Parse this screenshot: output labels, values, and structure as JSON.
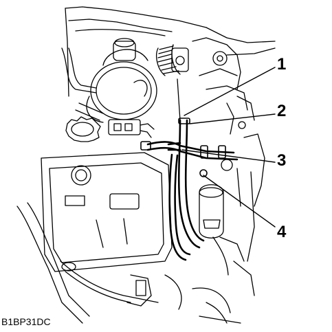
{
  "callouts": [
    {
      "label": "1"
    },
    {
      "label": "2"
    },
    {
      "label": "3"
    },
    {
      "label": "4"
    }
  ],
  "figure_code": "B1BP31DC",
  "colors": {
    "ink": "#000000",
    "paper": "#ffffff"
  }
}
